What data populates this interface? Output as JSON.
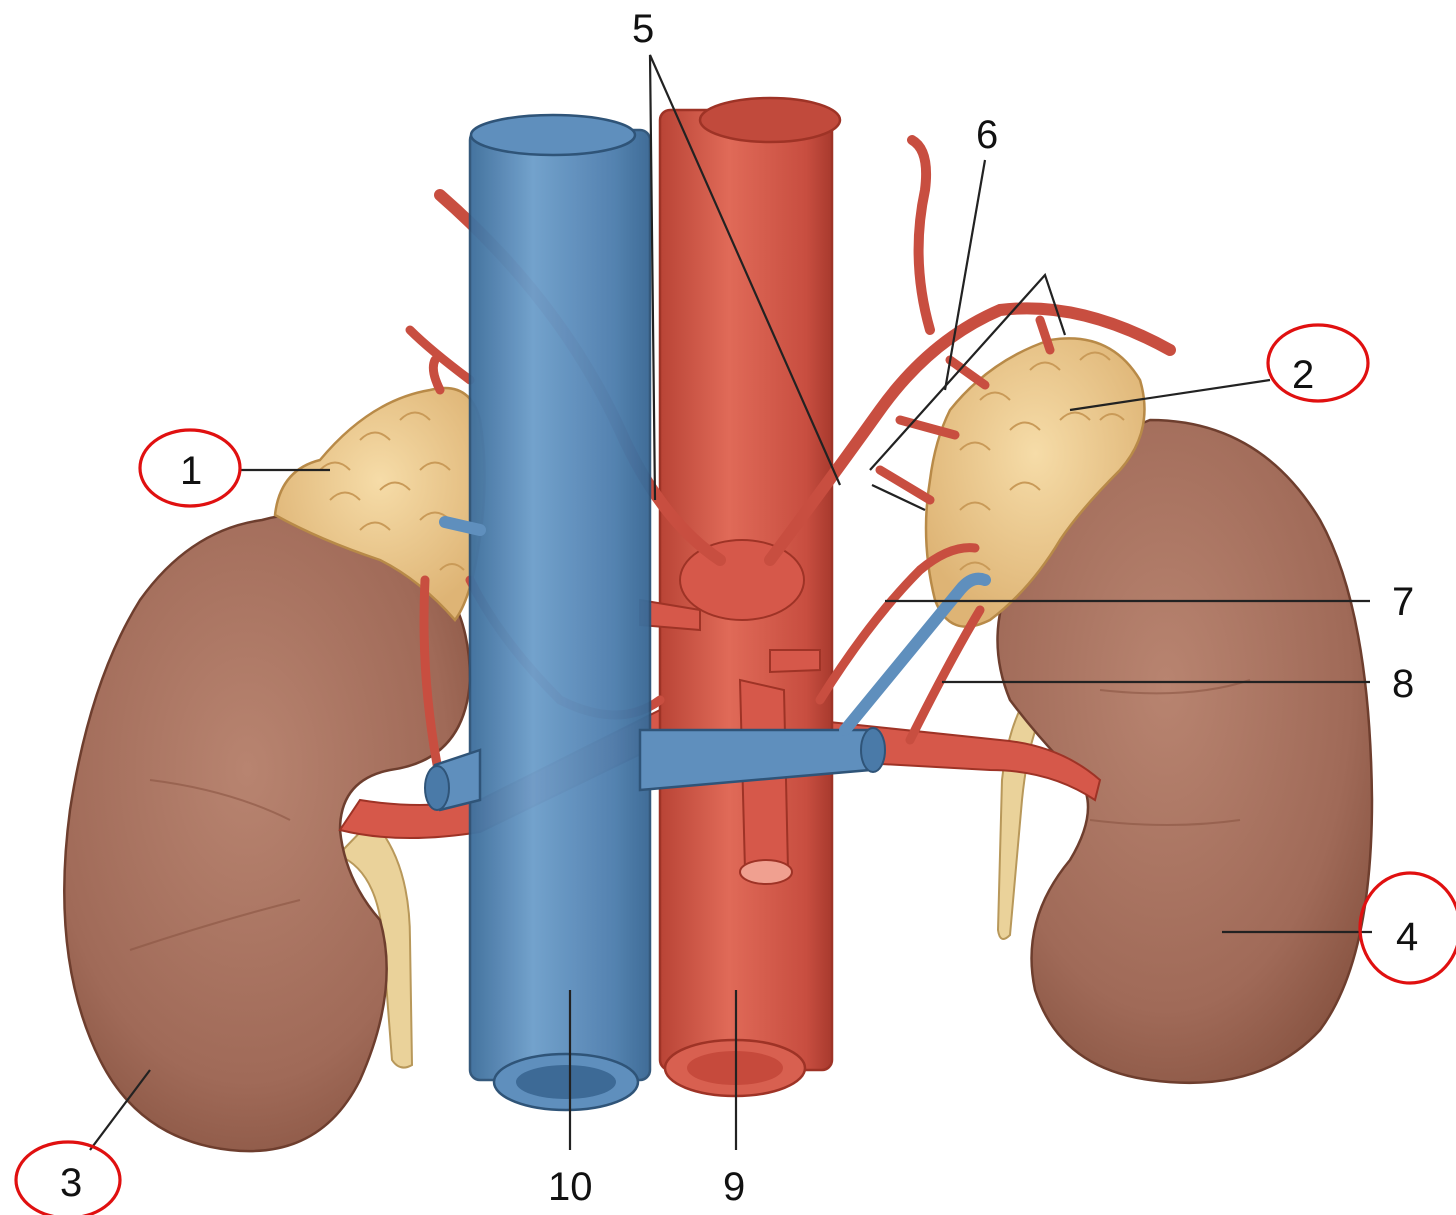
{
  "labels": {
    "l1": "1",
    "l2": "2",
    "l3": "3",
    "l4": "4",
    "l5": "5",
    "l6": "6",
    "l7": "7",
    "l8": "8",
    "l9": "9",
    "l10": "10"
  },
  "colors": {
    "background": "#ffffff",
    "vein": "#5f8fbd",
    "artery": "#d6584a",
    "kidney": "#a8705e",
    "adrenal": "#ecc685",
    "ureter": "#ead29a",
    "annotation_circle": "#e01010"
  }
}
